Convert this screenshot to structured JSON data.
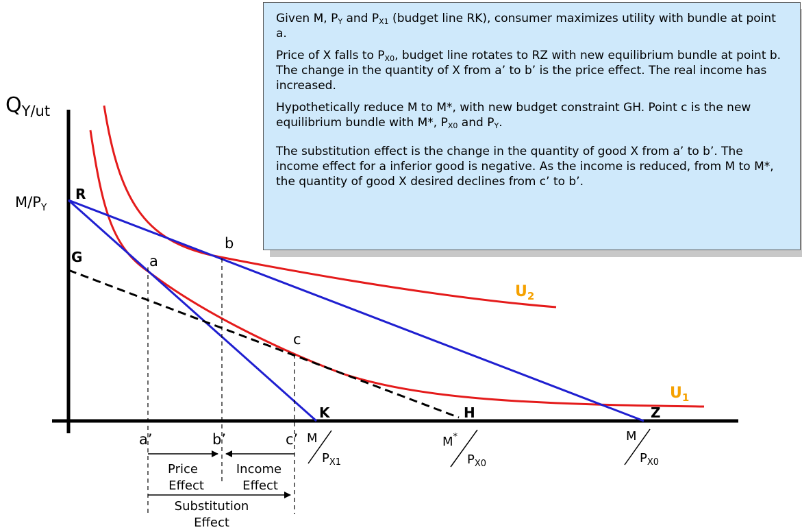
{
  "axes": {
    "y_label_main": "Q",
    "y_label_sub": "Y/ut",
    "y_intercept_label_main": "M/P",
    "y_intercept_label_sub": "Y"
  },
  "points": {
    "R": "R",
    "G": "G",
    "K": "K",
    "H": "H",
    "Z": "Z",
    "a": "a",
    "b": "b",
    "c": "c"
  },
  "x_ticks": {
    "a_prime": "a’",
    "b_prime": "b’",
    "c_prime": "c’"
  },
  "fractions": {
    "m_px1": {
      "num": "M",
      "den": "P",
      "den_sub": "X1"
    },
    "mstar_px0": {
      "num": "M",
      "num_sup": "*",
      "den": "P",
      "den_sub": "X0"
    },
    "m_px0": {
      "num": "M",
      "den": "P",
      "den_sub": "X0"
    }
  },
  "curves": {
    "u1": {
      "label": "U",
      "sub": "1"
    },
    "u2": {
      "label": "U",
      "sub": "2"
    }
  },
  "effects": {
    "price_1": "Price",
    "price_2": "Effect",
    "income_1": "Income",
    "income_2": "Effect",
    "subst_1": "Substitution",
    "subst_2": "Effect"
  },
  "text_box": {
    "p1_a": "Given M, P",
    "p1_sub1": "Y",
    "p1_b": " and P",
    "p1_sub2": "X1",
    "p1_c": " (budget line RK), consumer maximizes utility with bundle at point a.",
    "p2_a": "Price of X falls to P",
    "p2_sub1": "X0",
    "p2_b": ", budget line rotates to RZ with new equilibrium bundle at point b. The change in the quantity of X from a’ to b’ is the price effect.   The real income has increased.",
    "p3_a": "Hypothetically reduce M to M*, with new budget constraint GH. Point c is the new equilibrium bundle with M*, P",
    "p3_sub1": "X0",
    "p3_b": " and P",
    "p3_sub2": "Y",
    "p3_c": ".",
    "p4": "The substitution effect is the change in the quantity of good X from a’ to b’. The income effect for a inferior good is negative. As the income is reduced, from M to M*, the quantity of good X desired declines from c’ to b’."
  },
  "colors": {
    "budget_line": "#1f1fd0",
    "indifference_curve": "#e41b1b",
    "curve_label": "#f5a100",
    "text_box_bg": "#cfe9fb"
  }
}
